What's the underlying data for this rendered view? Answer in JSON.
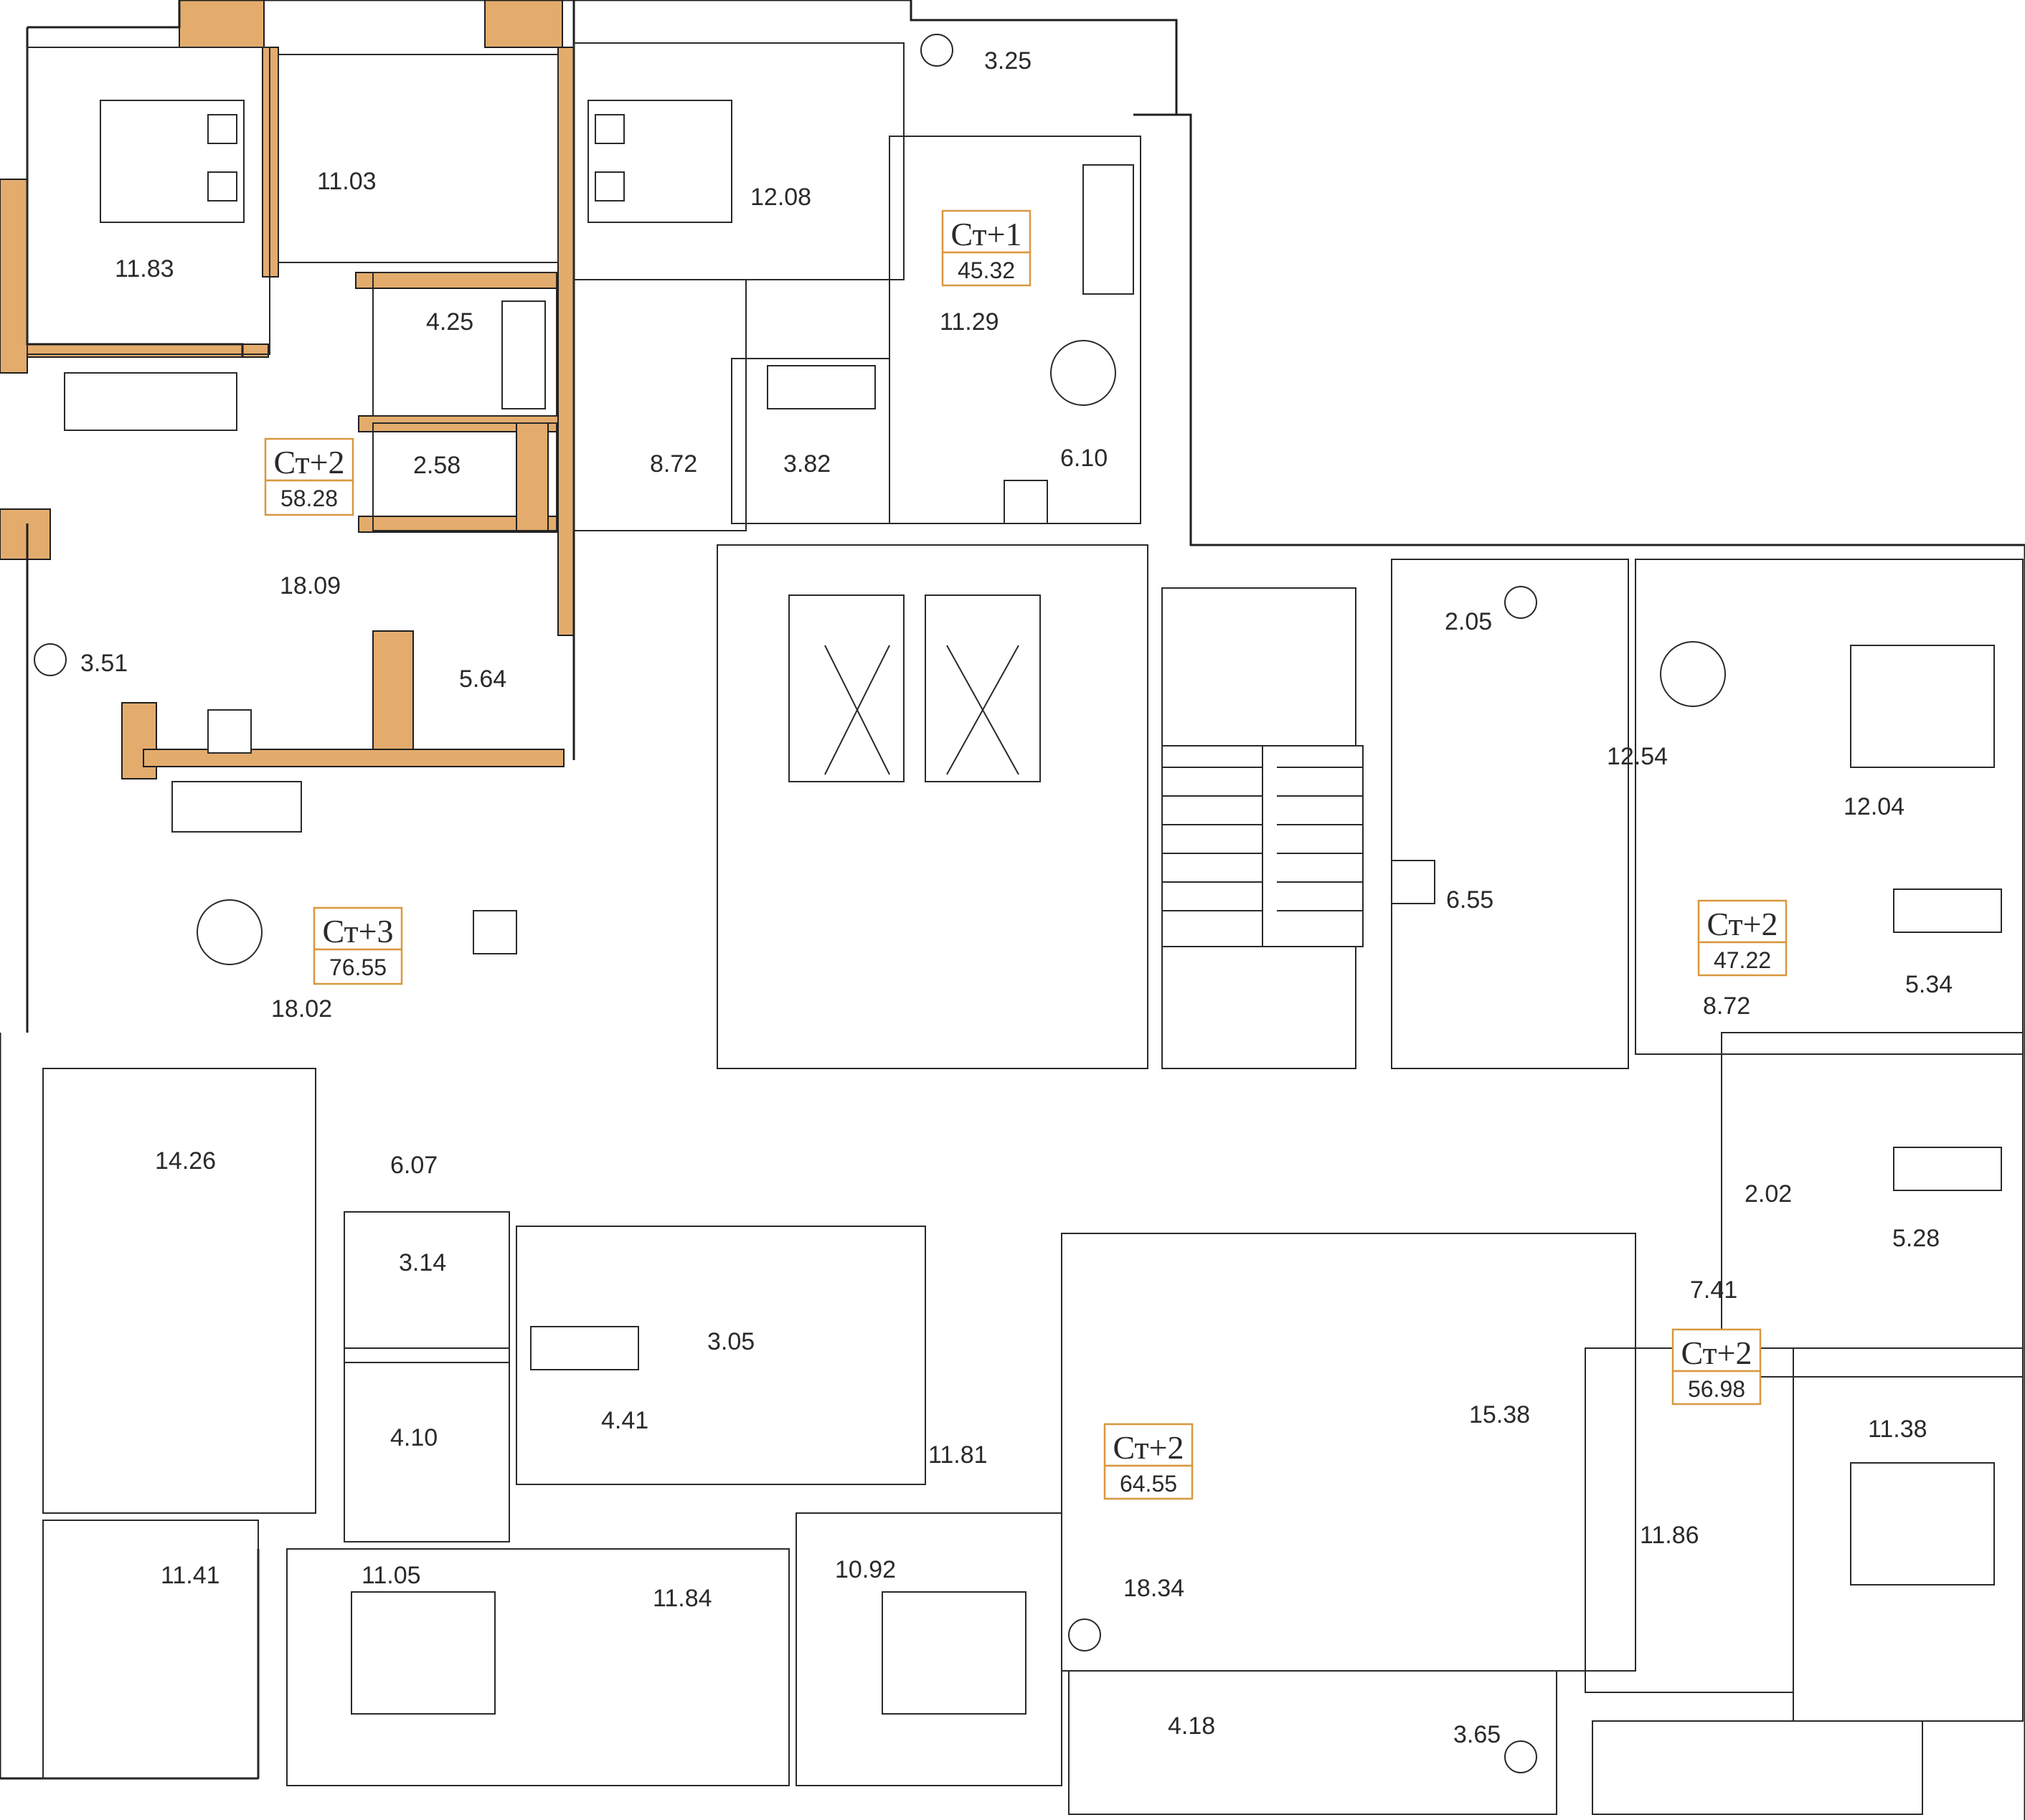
{
  "colors": {
    "wall": "#1f1f1f",
    "accent_fill": "#e3ac6d",
    "label_border": "#d9973f",
    "background": "#ffffff"
  },
  "apartments": [
    {
      "id": "apt-tl",
      "type": "Ст+2",
      "area": "58.28"
    },
    {
      "id": "apt-tc",
      "type": "Ст+1",
      "area": "45.32"
    },
    {
      "id": "apt-ml",
      "type": "Ст+3",
      "area": "76.55"
    },
    {
      "id": "apt-mr",
      "type": "Ст+2",
      "area": "47.22"
    },
    {
      "id": "apt-br",
      "type": "Ст+2",
      "area": "56.98"
    },
    {
      "id": "apt-bc",
      "type": "Ст+2",
      "area": "64.55"
    }
  ],
  "rooms": [
    {
      "id": "r1",
      "area": "11.83"
    },
    {
      "id": "r2",
      "area": "11.03"
    },
    {
      "id": "r3",
      "area": "4.25"
    },
    {
      "id": "r4",
      "area": "2.58"
    },
    {
      "id": "r5",
      "area": "18.09"
    },
    {
      "id": "r6",
      "area": "3.51"
    },
    {
      "id": "r7",
      "area": "5.64"
    },
    {
      "id": "r8",
      "area": "12.08"
    },
    {
      "id": "r9",
      "area": "3.25"
    },
    {
      "id": "r10",
      "area": "11.29"
    },
    {
      "id": "r11",
      "area": "8.72"
    },
    {
      "id": "r12",
      "area": "3.82"
    },
    {
      "id": "r13",
      "area": "6.10"
    },
    {
      "id": "r14",
      "area": "18.02"
    },
    {
      "id": "r15",
      "area": "2.05"
    },
    {
      "id": "r16",
      "area": "12.54"
    },
    {
      "id": "r17",
      "area": "12.04"
    },
    {
      "id": "r18",
      "area": "6.55"
    },
    {
      "id": "r19",
      "area": "5.34"
    },
    {
      "id": "r20",
      "area": "8.72"
    },
    {
      "id": "r21",
      "area": "14.26"
    },
    {
      "id": "r22",
      "area": "6.07"
    },
    {
      "id": "r23",
      "area": "3.14"
    },
    {
      "id": "r24",
      "area": "2.02"
    },
    {
      "id": "r25",
      "area": "5.28"
    },
    {
      "id": "r26",
      "area": "7.41"
    },
    {
      "id": "r27",
      "area": "3.05"
    },
    {
      "id": "r28",
      "area": "4.10"
    },
    {
      "id": "r29",
      "area": "4.41"
    },
    {
      "id": "r30",
      "area": "11.81"
    },
    {
      "id": "r31",
      "area": "15.38"
    },
    {
      "id": "r32",
      "area": "11.38"
    },
    {
      "id": "r33",
      "area": "11.41"
    },
    {
      "id": "r34",
      "area": "11.05"
    },
    {
      "id": "r35",
      "area": "11.84"
    },
    {
      "id": "r36",
      "area": "10.92"
    },
    {
      "id": "r37",
      "area": "18.34"
    },
    {
      "id": "r38",
      "area": "11.86"
    },
    {
      "id": "r39",
      "area": "4.18"
    },
    {
      "id": "r40",
      "area": "3.65"
    }
  ],
  "icons": {
    "plant": "plant-icon",
    "armchair": "armchair-icon",
    "bed": "bed-icon",
    "table": "dining-table-icon",
    "stove": "stove-icon",
    "sink": "sink-icon",
    "toilet": "toilet-icon",
    "bathtub": "bathtub-icon",
    "elevator": "elevator-icon",
    "stairs": "stairs-icon",
    "wardrobe": "wardrobe-icon",
    "sofa": "sofa-icon"
  }
}
